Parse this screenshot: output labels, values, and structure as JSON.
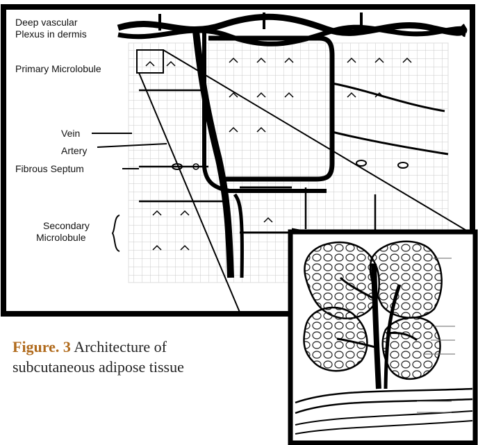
{
  "labels": {
    "deep_vascular_line1": "Deep vascular",
    "deep_vascular_line2": "Plexus in dermis",
    "primary_microlobule": "Primary Microlobule",
    "vein": "Vein",
    "artery": "Artery",
    "fibrous_septum": "Fibrous Septum",
    "secondary_line1": "Secondary",
    "secondary_line2": "Microlobule"
  },
  "caption": {
    "figure_label": "Figure. 3",
    "text": "Architecture of subcutaneous adipose tissue"
  },
  "colors": {
    "ink": "#111111",
    "caption_figure": "#b06a1c",
    "caption_text": "#222222"
  }
}
